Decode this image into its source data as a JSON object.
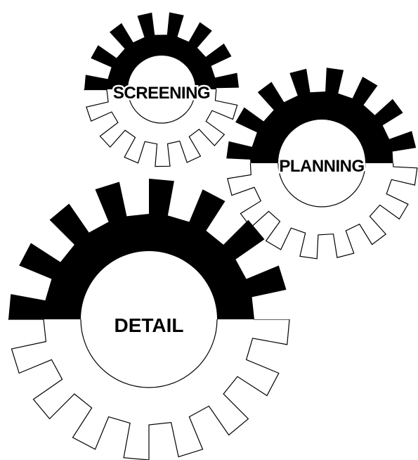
{
  "diagram": {
    "gears": [
      {
        "id": "screening",
        "label": "SCREENING"
      },
      {
        "id": "planning",
        "label": "PLANNING"
      },
      {
        "id": "detail",
        "label": "DETAIL"
      }
    ]
  },
  "colors": {
    "fill": "#000000",
    "outline": "#000000",
    "background": "#ffffff"
  }
}
